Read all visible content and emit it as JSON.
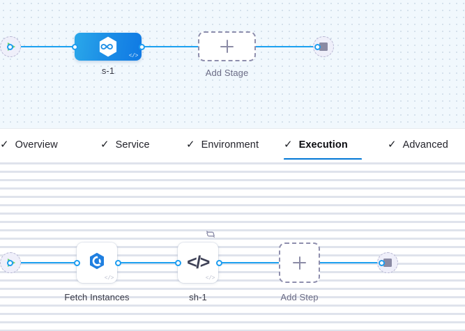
{
  "stage_canvas": {
    "name": "pipeline-stage-canvas",
    "background_color": "#f1f8fd",
    "grid": "dot-grid",
    "start_node": {
      "icon": "play-icon",
      "title": "Start"
    },
    "end_node": {
      "icon": "stop-icon",
      "title": "End"
    },
    "nodes": [
      {
        "id": "stage-s-1",
        "label": "s-1",
        "type": "deployment-stage",
        "icon": "harness-hexagon-icon",
        "badge": "code-icon",
        "selected": true,
        "accent": "#1187e8"
      },
      {
        "id": "add-stage",
        "label": "Add Stage",
        "type": "add-placeholder",
        "icon": "plus-icon"
      }
    ]
  },
  "tabs": {
    "name": "stage-config-tabs",
    "active": "Execution",
    "items": [
      {
        "label": "Overview",
        "icon": "check-icon",
        "complete": true,
        "active": false
      },
      {
        "label": "Service",
        "icon": "check-icon",
        "complete": true,
        "active": false
      },
      {
        "label": "Environment",
        "icon": "check-icon",
        "complete": true,
        "active": false
      },
      {
        "label": "Execution",
        "icon": "check-icon",
        "complete": true,
        "active": true
      },
      {
        "label": "Advanced",
        "icon": "check-icon",
        "complete": true,
        "active": false
      }
    ],
    "active_underline_color": "#0278d5"
  },
  "step_canvas": {
    "name": "execution-step-canvas",
    "background_color": "#ffffff",
    "grid": "dash-grid",
    "start_node": {
      "icon": "play-icon",
      "title": "Start"
    },
    "end_node": {
      "icon": "stop-icon",
      "title": "End"
    },
    "nodes": [
      {
        "id": "step-fetch-instances",
        "label": "Fetch Instances",
        "type": "step",
        "icon": "harness-swirl-icon",
        "badge": "code-icon"
      },
      {
        "id": "step-sh-1",
        "label": "sh-1",
        "type": "shell-script-step",
        "icon": "code-brackets-icon",
        "badge": "code-icon",
        "loop_badge": "loop-strategy-icon",
        "glyph": "</>"
      },
      {
        "id": "add-step",
        "label": "Add Step",
        "type": "add-placeholder",
        "icon": "plus-icon"
      }
    ]
  },
  "colors": {
    "edge": "#1da1f0",
    "port_ring": "#1d9df0",
    "dashed_border": "#8e8ead",
    "start_green": "#6fd36f",
    "stop_gray": "#8a8aa3"
  }
}
